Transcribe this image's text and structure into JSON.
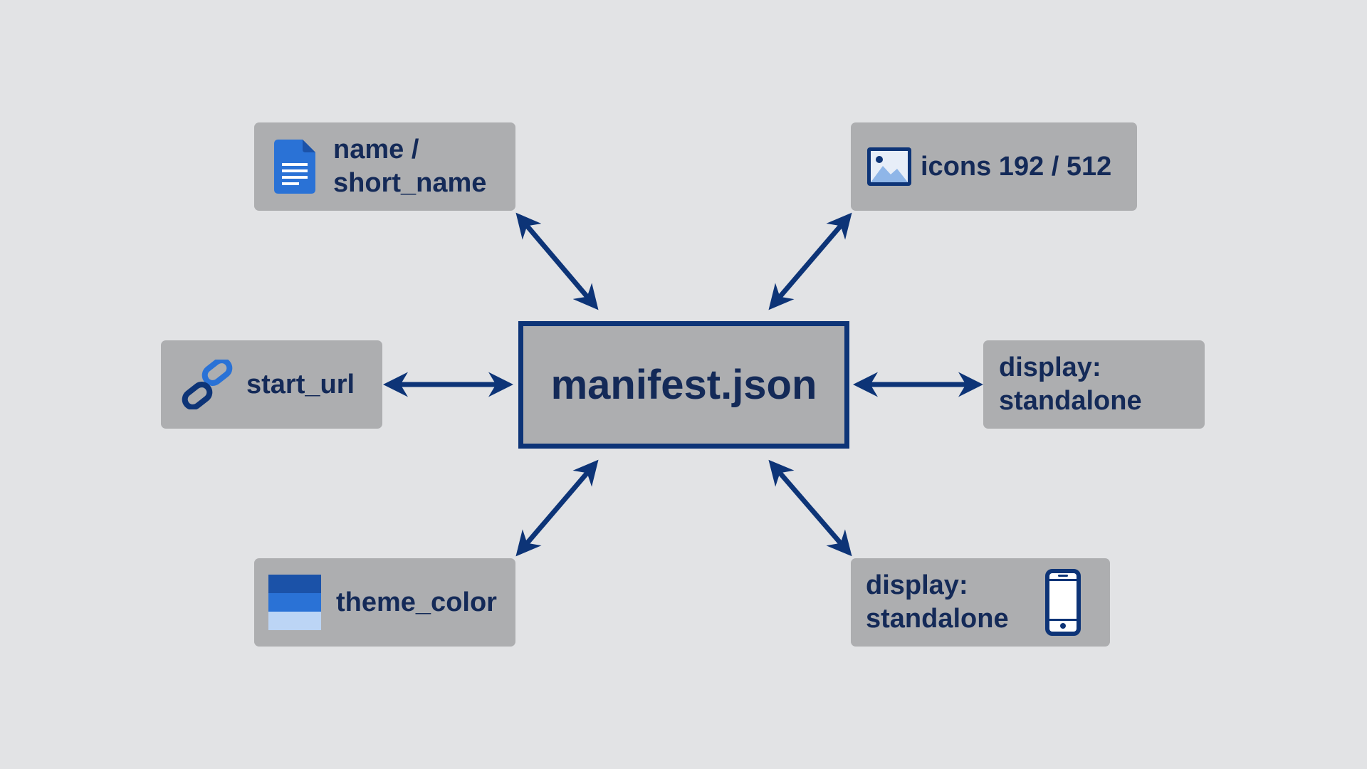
{
  "colors": {
    "background": "#e2e3e5",
    "box_fill": "#adaeb0",
    "arrow": "#0d3477",
    "text": "#142a58",
    "icon_blue": "#2a72d6"
  },
  "center": {
    "label": "manifest.json"
  },
  "nodes": {
    "name": {
      "label": "name /\nshort_name",
      "icon": "document-icon"
    },
    "icons": {
      "label": "icons 192 / 512",
      "icon": "image-icon"
    },
    "start_url": {
      "label": "start_url",
      "icon": "link-icon"
    },
    "display_right": {
      "label": "display:\nstandalone"
    },
    "theme_color": {
      "label": "theme_color",
      "icon": "color-swatch-icon"
    },
    "display_bottom": {
      "label": "display:\nstandalone",
      "icon": "smartphone-icon"
    }
  }
}
